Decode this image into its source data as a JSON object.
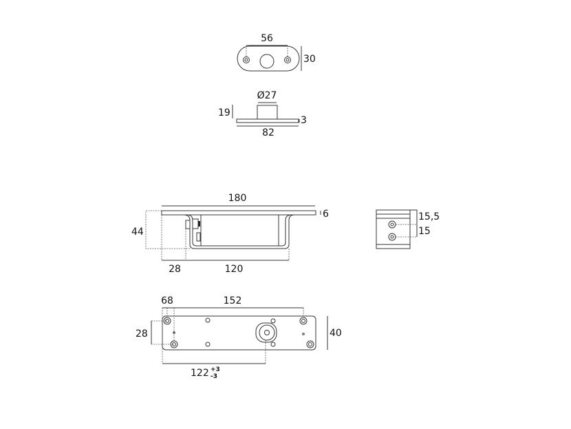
{
  "top_view": {
    "width_holes": "56",
    "height": "30"
  },
  "side_view": {
    "diameter": "Ø27",
    "height": "19",
    "thickness": "3",
    "length": "82"
  },
  "front_view": {
    "length": "180",
    "plate_thickness": "6",
    "depth": "44",
    "offset": "28",
    "channel_length": "120"
  },
  "end_view": {
    "top_offset": "15,5",
    "hole_spacing": "15"
  },
  "bottom_view": {
    "edge_offset": "68",
    "hole_span": "152",
    "hole_spacing": "28",
    "width": "40",
    "boss_offset": "122",
    "tol_plus": "+3",
    "tol_minus": "-3"
  }
}
